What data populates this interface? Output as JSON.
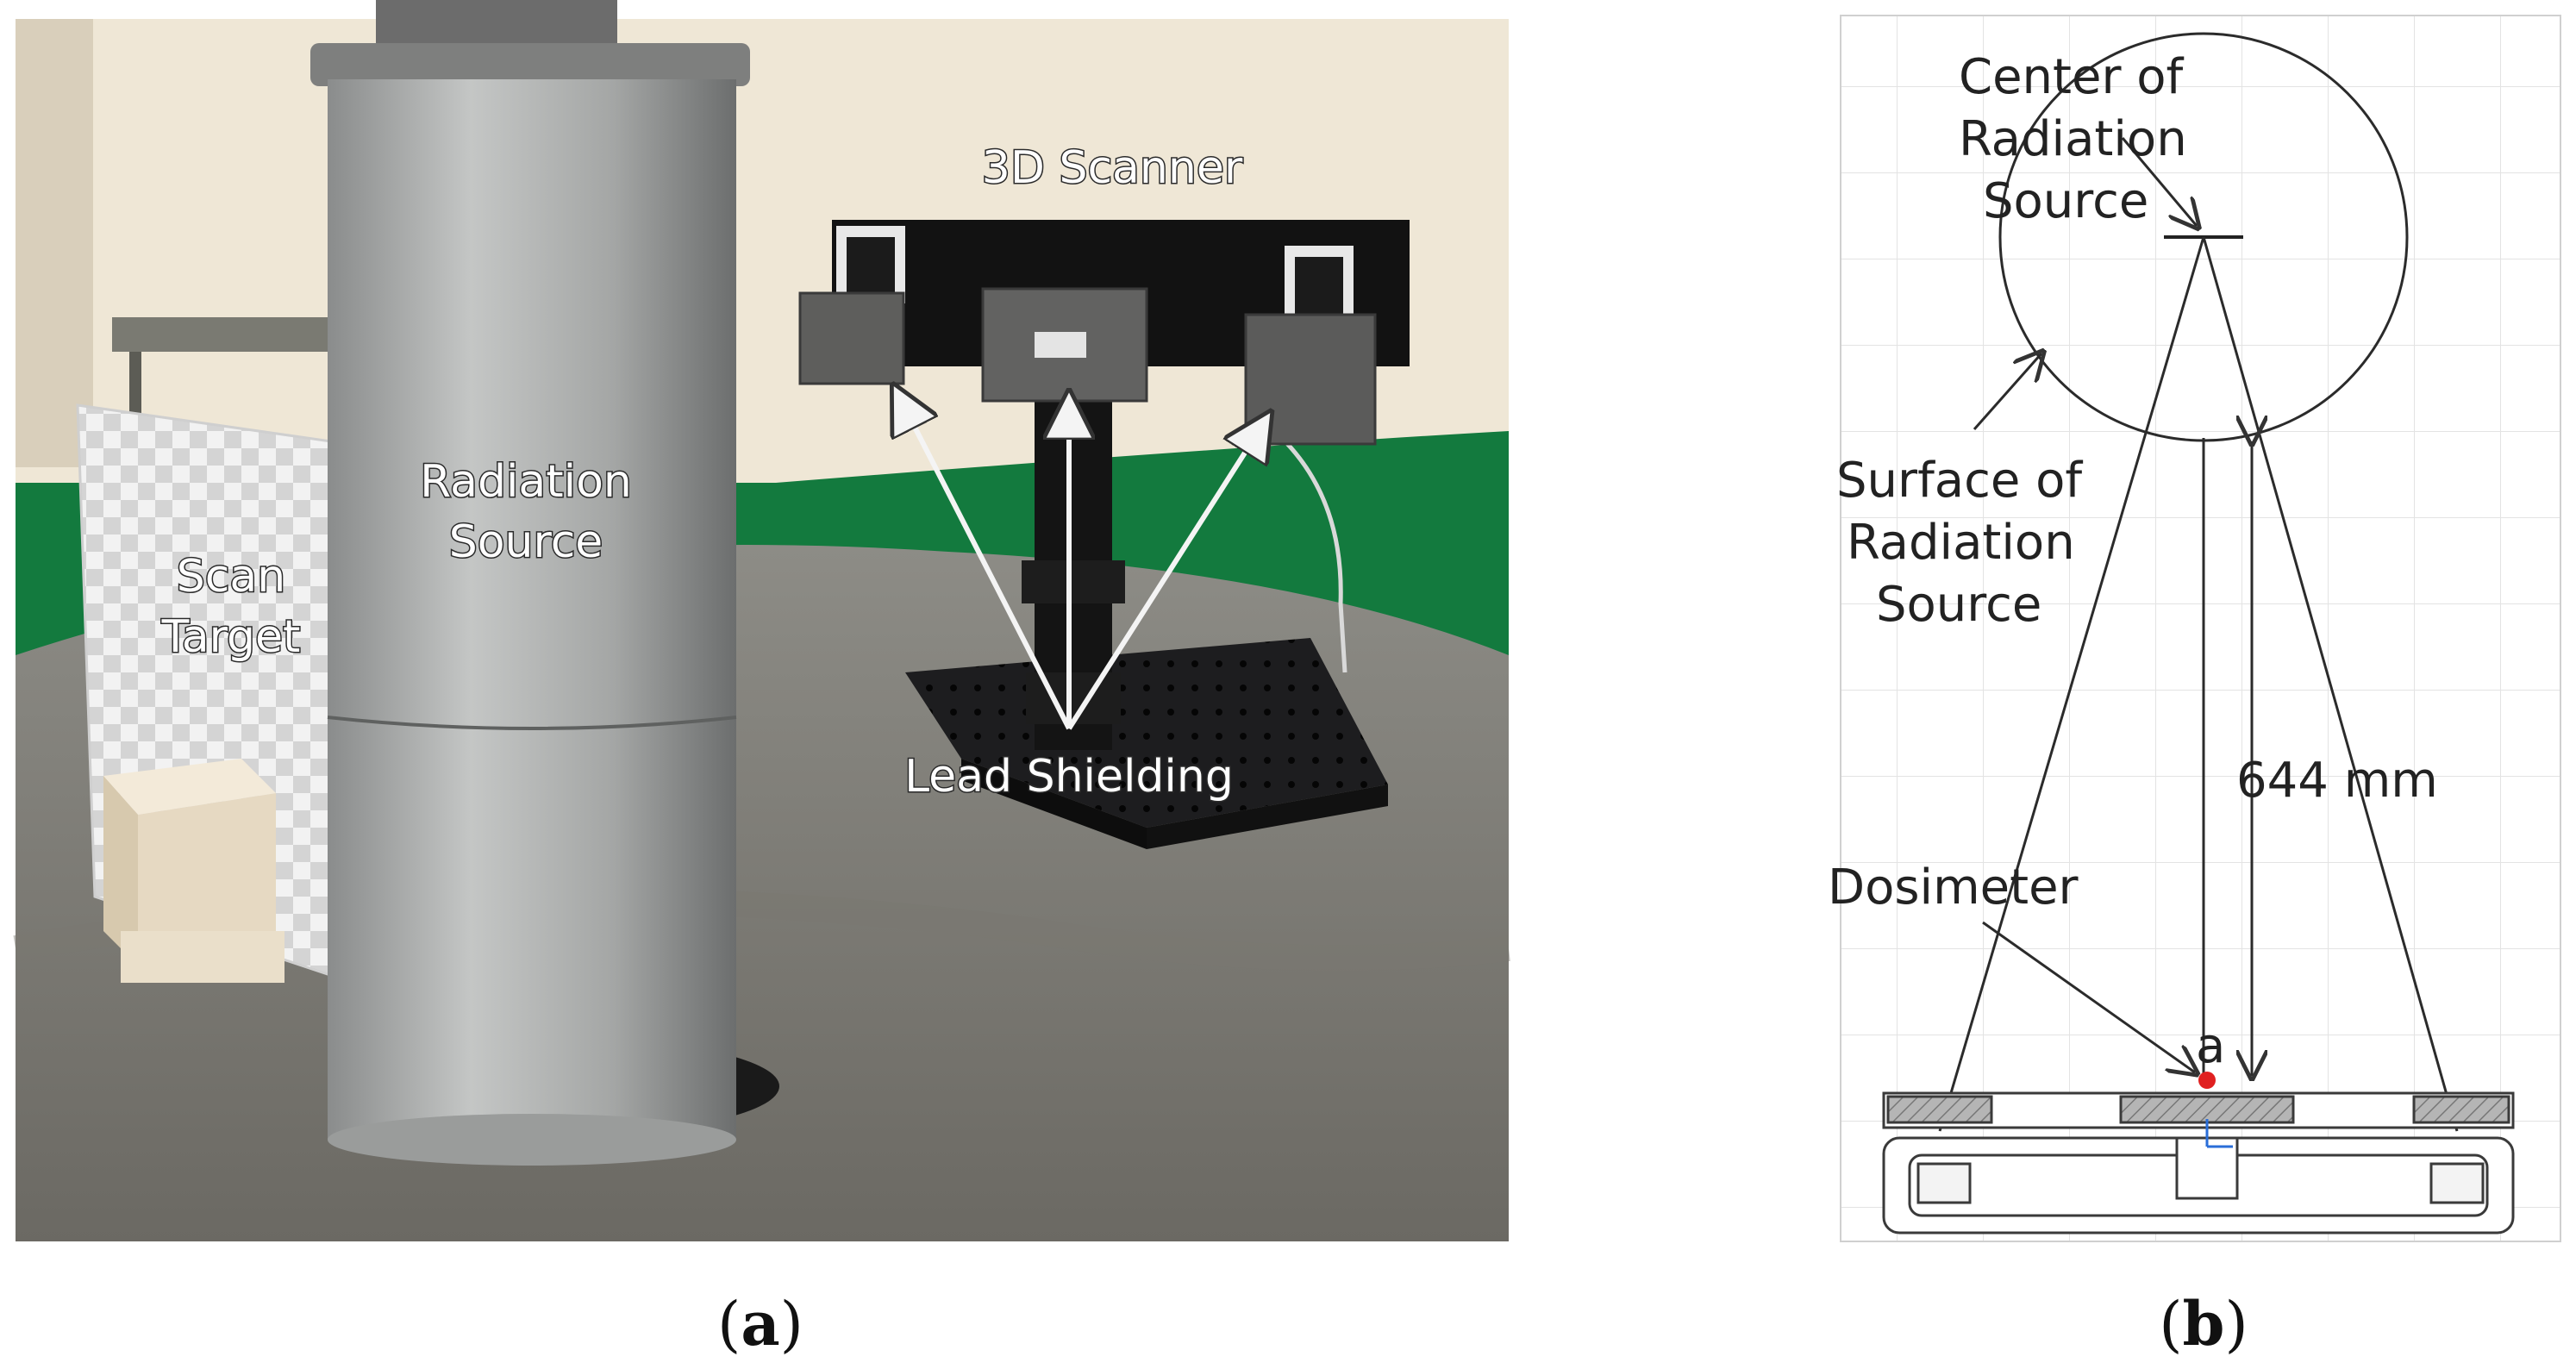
{
  "photo": {
    "labels": {
      "scanner": "3D Scanner",
      "source_line1": "Radiation",
      "source_line2": "Source",
      "target_line1": "Scan",
      "target_line2": "Target",
      "shielding": "Lead Shielding"
    }
  },
  "diagram": {
    "labels": {
      "center_line1": "Center of",
      "center_line2": "Radiation",
      "center_line3": "Source",
      "surface_line1": "Surface of",
      "surface_line2": "Radiation",
      "surface_line3": "Source",
      "distance": "644 mm",
      "dosimeter": "Dosimeter",
      "point": "a"
    },
    "colors": {
      "point_marker": "#e02020"
    }
  },
  "captions": {
    "a_open": "(",
    "a_letter": "a",
    "a_close": ")",
    "b_open": "(",
    "b_letter": "b",
    "b_close": ")"
  }
}
